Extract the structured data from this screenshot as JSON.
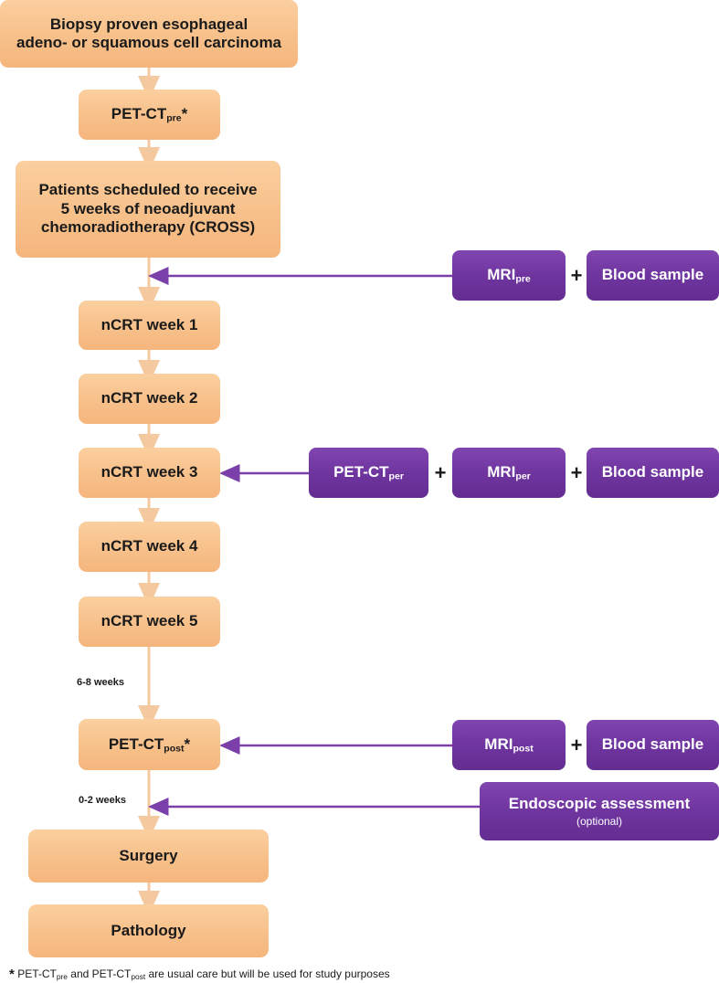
{
  "boxes": {
    "biopsy_line1": "Biopsy proven esophageal",
    "biopsy_line2": "adeno- or squamous cell carcinoma",
    "petct_pre_main": "PET-CT",
    "petct_pre_sub": "pre",
    "petct_pre_mark": "*",
    "scheduled_line1": "Patients scheduled to receive",
    "scheduled_line2": "5 weeks of neoadjuvant",
    "scheduled_line3": "chemoradiotherapy (CROSS)",
    "week1": "nCRT week 1",
    "week2": "nCRT week 2",
    "week3": "nCRT week 3",
    "week4": "nCRT week 4",
    "week5": "nCRT week 5",
    "petct_post_main": "PET-CT",
    "petct_post_sub": "post",
    "petct_post_mark": "*",
    "surgery": "Surgery",
    "pathology": "Pathology"
  },
  "assessments": {
    "mri_pre_main": "MRI",
    "mri_pre_sub": "pre",
    "blood_pre": "Blood sample",
    "petct_per_main": "PET-CT",
    "petct_per_sub": "per",
    "mri_per_main": "MRI",
    "mri_per_sub": "per",
    "blood_per": "Blood sample",
    "mri_post_main": "MRI",
    "mri_post_sub": "post",
    "blood_post": "Blood sample",
    "endoscopic": "Endoscopic assessment",
    "endoscopic_note": "(optional)",
    "plus": "+"
  },
  "intervals": {
    "six_eight_weeks": "6-8 weeks",
    "zero_two_weeks": "0-2 weeks"
  },
  "footnote": {
    "star": "*",
    "part1": "PET-CT",
    "sub1": "pre",
    "part2": " and PET-CT",
    "sub2": "post",
    "part3": " are usual care but will be used for study purposes"
  },
  "colors": {
    "peach": "#f7c08a",
    "purple": "#6f359f",
    "connector_peach": "#f5c9a0",
    "arrow_purple": "#7a3fa8"
  }
}
